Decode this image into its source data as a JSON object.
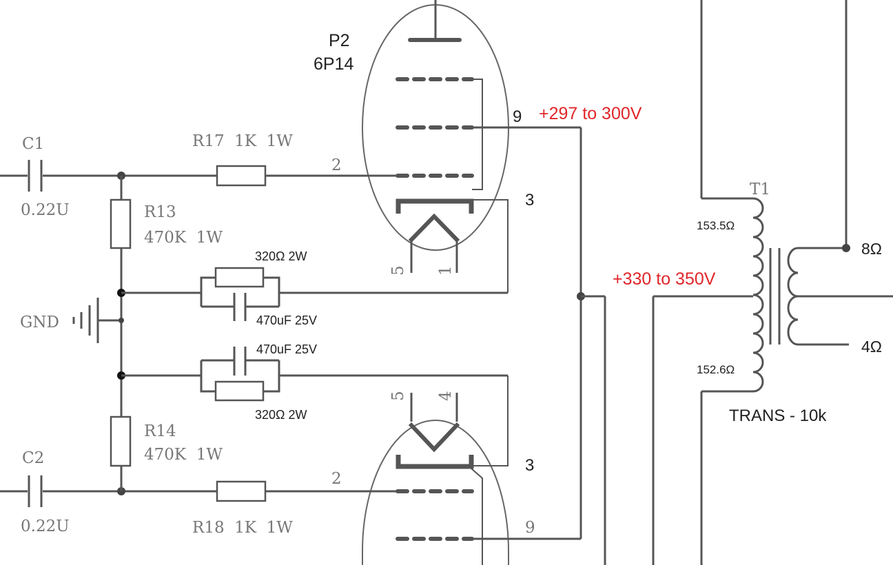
{
  "colors": {
    "wire": "#555555",
    "label": "#222222",
    "voltage": "#e0262a",
    "serif_label": "#777777"
  },
  "tube_top": {
    "ref": "P2",
    "model": "6P14"
  },
  "pins": {
    "grid": "2",
    "screen": "9",
    "cathode": "3",
    "heater_a": "5",
    "heater_b": "4",
    "heater_c": "1"
  },
  "caps": {
    "c1_ref": "C1",
    "c1_value": "0.22U",
    "c2_ref": "C2",
    "c2_value": "0.22U",
    "bypass_top": "470uF 25V",
    "bypass_bottom": "470uF 25V"
  },
  "resistors": {
    "r17": "R17  1K  1W",
    "r18": "R18  1K  1W",
    "r13_ref": "R13",
    "r13_value": "470K  1W",
    "r14_ref": "R14",
    "r14_value": "470K  1W",
    "cathode_top": "320Ω 2W",
    "cathode_bottom": "320Ω 2W"
  },
  "ground": "GND",
  "voltages": {
    "screen": "+297 to 300V",
    "b_plus": "+330 to 350V"
  },
  "transformer": {
    "ref": "T1",
    "primary_top": "153.5Ω",
    "primary_bottom": "152.6Ω",
    "tap_8": "8Ω",
    "tap_4": "4Ω",
    "name": "TRANS - 10k"
  }
}
